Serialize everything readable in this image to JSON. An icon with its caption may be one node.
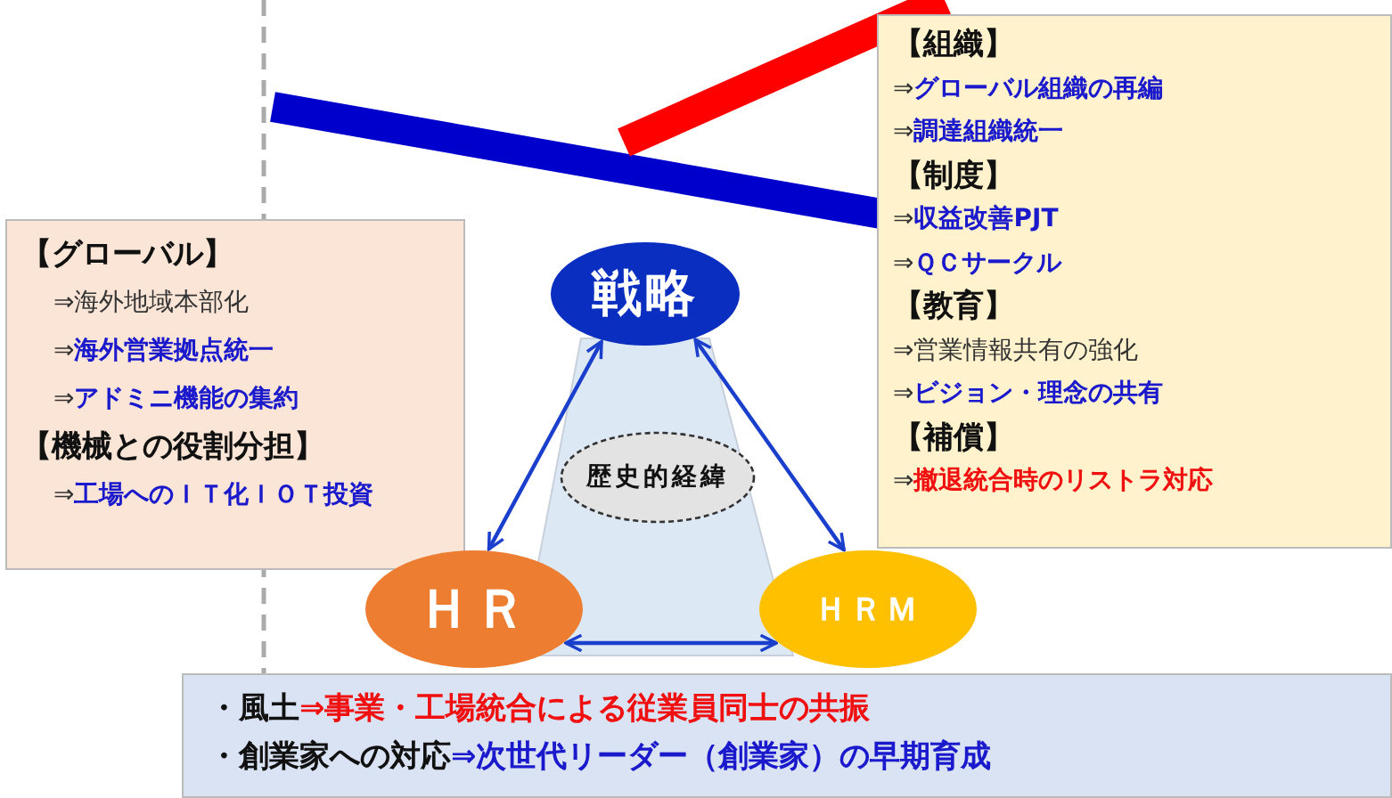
{
  "diagram": {
    "nodes": [
      {
        "text": [
          "【グローバル】",
          "⇒海外地域本部化",
          "⇒海外営業拠点統一",
          "⇒アドミニ機能の集約",
          "【機械との役割分担】",
          "⇒工場へのＩＴ化ＩＯＴ投資"
        ]
      },
      {
        "text": [
          "【組織】",
          "⇒グローバル組織の再編",
          "⇒調達組織統一",
          "【制度】",
          "⇒収益改善PJT",
          "⇒ＱＣサークル",
          "【教育】",
          "⇒営業情報共有の強化",
          "⇒ビジョン・理念の共有",
          "【補償】",
          "⇒撤退統合時のリストラ対応"
        ]
      },
      {
        "text": [
          "戦略"
        ]
      },
      {
        "text": [
          "歴史的経緯"
        ]
      },
      {
        "text": [
          "ＨＲ"
        ]
      },
      {
        "text": [
          "ＨＲＭ"
        ]
      },
      {
        "text": [
          "**・風土**⇒事業・工場統合による従業員同士の共振",
          "**・創業家への対応**⇒次世代リーダー（創業家）の早期育成"
        ]
      }
    ],
    "edges": [
      {
        "from": 2,
        "to": 4,
        "arrow": "both"
      },
      {
        "from": 2,
        "to": 5,
        "arrow": "both"
      },
      {
        "from": 4,
        "to": 5,
        "arrow": "both"
      }
    ]
  }
}
